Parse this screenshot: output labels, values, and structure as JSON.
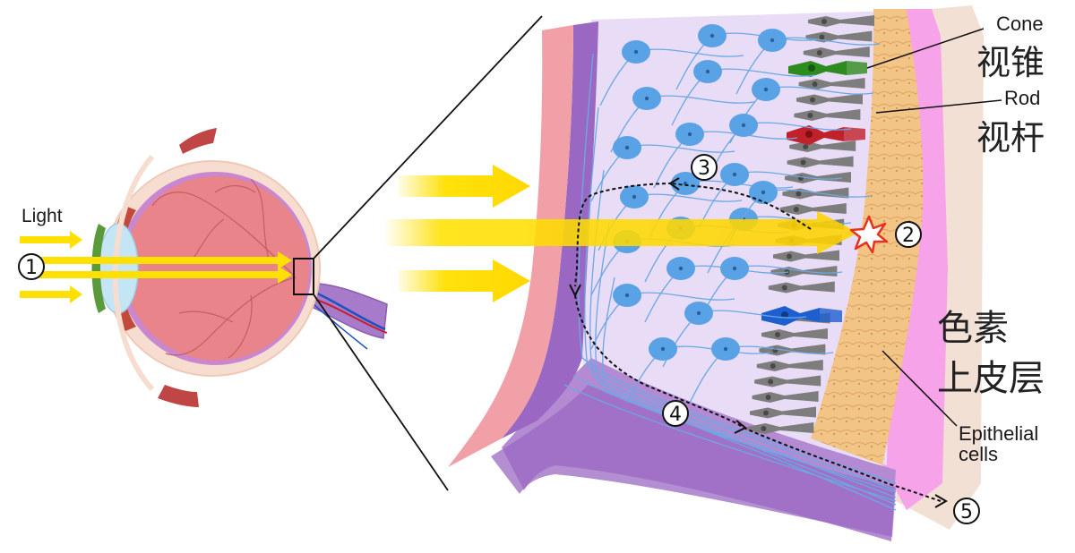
{
  "labels": {
    "light": "Light",
    "cone_en": "Cone",
    "cone_zh": "视锥",
    "rod_en": "Rod",
    "rod_zh": "视杆",
    "pigment_zh_line1": "色素",
    "pigment_zh_line2": "上皮层",
    "epithelial_line1": "Epithelial",
    "epithelial_line2": "cells"
  },
  "steps": [
    "1",
    "2",
    "3",
    "4",
    "5"
  ],
  "colors": {
    "light": "#ffe000",
    "neuron": "#5aa2e6",
    "retina_bg": "#e9dcf6",
    "purple_layer": "#9a68c2",
    "sclera_pink": "#f2a0a8",
    "rpe": "#f3c488",
    "choroid": "#f3a2e8",
    "cone_green": "#2e8b1f",
    "cone_red": "#c0212a",
    "cone_blue": "#1e5fd0",
    "rod_gray": "#7d7d7d",
    "eye_body": "#e8848a"
  }
}
